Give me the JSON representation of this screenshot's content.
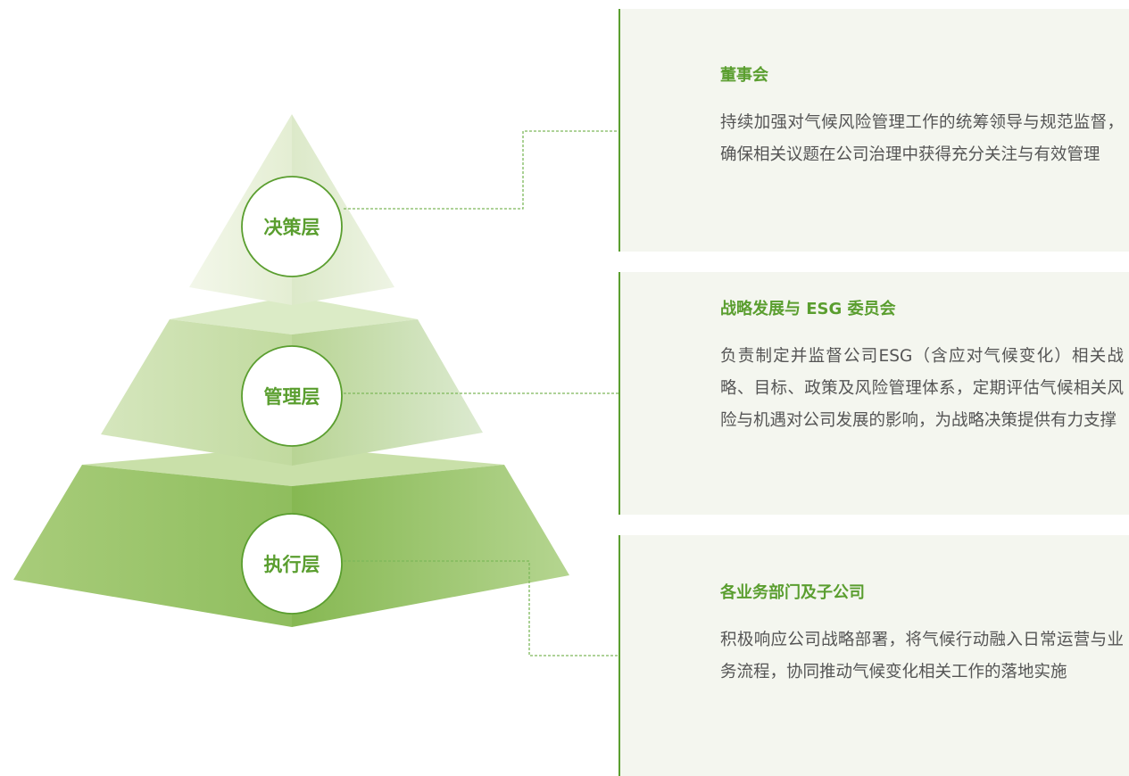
{
  "tiers": [
    {
      "id": "decision",
      "label": "决策层"
    },
    {
      "id": "management",
      "label": "管理层"
    },
    {
      "id": "execution",
      "label": "执行层"
    }
  ],
  "panels": [
    {
      "id": "board",
      "title": "董事会",
      "body": "持续加强对气候风险管理工作的统筹领导与规范监督，确保相关议题在公司治理中获得充分关注与有效管理"
    },
    {
      "id": "committee",
      "title": "战略发展与 ESG 委员会",
      "body": "负责制定并监督公司ESG（含应对气候变化）相关战略、目标、政策及风险管理体系，定期评估气候相关风险与机遇对公司发展的影响，为战略决策提供有力支撑"
    },
    {
      "id": "departments",
      "title": "各业务部门及子公司",
      "body": "积极响应公司战略部署，将气候行动融入日常运营与业务流程，协同推动气候变化相关工作的落地实施"
    }
  ],
  "colors": {
    "accent": "#5a9e2f",
    "panel_background": "#f4f6ef",
    "body_text": "#555555",
    "connector": "#7db85a"
  }
}
